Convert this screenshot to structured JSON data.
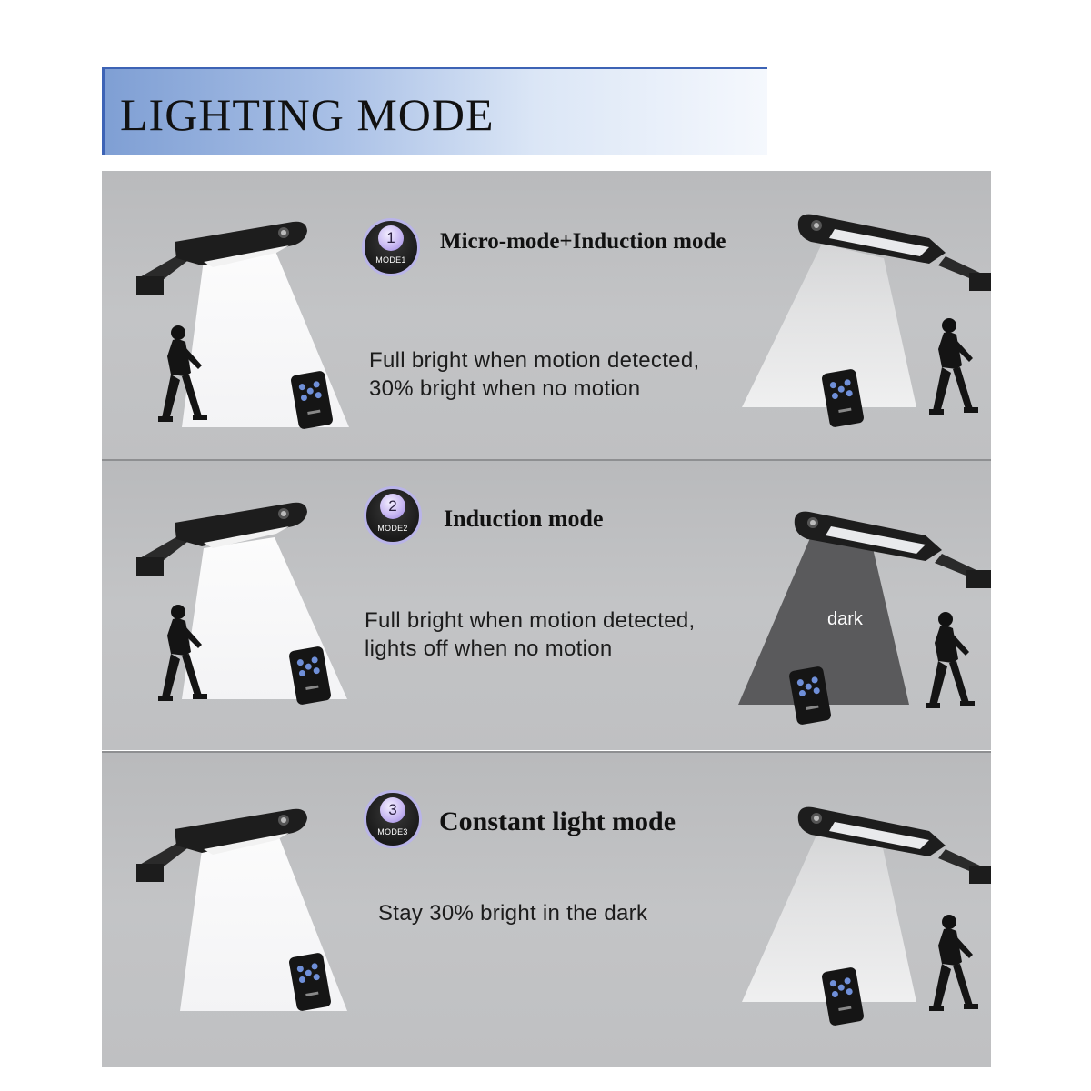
{
  "header": {
    "title": "LIGHTING MODE"
  },
  "modes": [
    {
      "badge_number": "1",
      "badge_label": "MODE1",
      "title": "Micro-mode+Induction mode",
      "description_lines": [
        "Full bright when motion detected,",
        "30% bright when no motion"
      ]
    },
    {
      "badge_number": "2",
      "badge_label": "MODE2",
      "title": "Induction mode",
      "description_lines": [
        "Full bright when motion detected,",
        "lights off when no motion"
      ],
      "state_label": "dark"
    },
    {
      "badge_number": "3",
      "badge_label": "MODE3",
      "title": "Constant light mode",
      "description_lines": [
        "Stay 30% bright  in the dark"
      ]
    }
  ],
  "colors": {
    "title_gradient_start": "#7f9fd4",
    "title_border": "#3d63b5",
    "panel_gray": "#c0c1c3",
    "badge_ring": "#b9b4e8"
  },
  "icons": [
    "solar-street-light-icon",
    "walking-person-icon",
    "remote-control-icon",
    "light-beam-icon"
  ]
}
